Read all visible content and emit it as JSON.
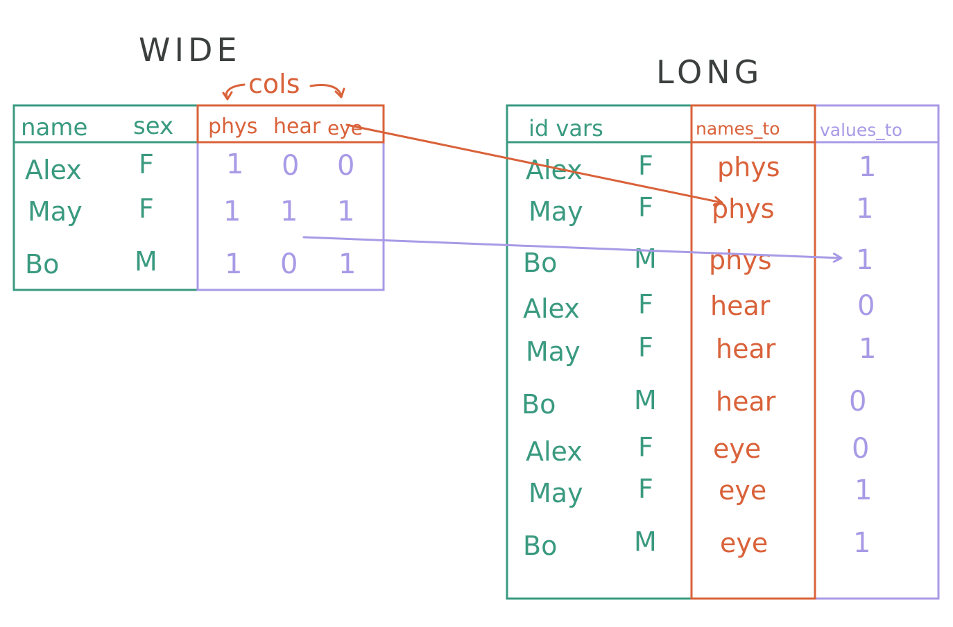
{
  "wide": {
    "title": "WIDE",
    "cols_annotation": "cols",
    "headers": {
      "name": "name",
      "sex": "sex",
      "cols": [
        "phys",
        "hear",
        "eye"
      ]
    },
    "rows": [
      {
        "name": "Alex",
        "sex": "F",
        "values": [
          "1",
          "0",
          "0"
        ]
      },
      {
        "name": "May",
        "sex": "F",
        "values": [
          "1",
          "1",
          "1"
        ]
      },
      {
        "name": "Bo",
        "sex": "M",
        "values": [
          "1",
          "0",
          "1"
        ]
      }
    ]
  },
  "long": {
    "title": "LONG",
    "headers": {
      "id_vars": "id vars",
      "names_to": "names_to",
      "values_to": "values_to"
    },
    "rows": [
      {
        "name": "Alex",
        "sex": "F",
        "names_to": "phys",
        "value": "1"
      },
      {
        "name": "May",
        "sex": "F",
        "names_to": "phys",
        "value": "1"
      },
      {
        "name": "Bo",
        "sex": "M",
        "names_to": "phys",
        "value": "1"
      },
      {
        "name": "Alex",
        "sex": "F",
        "names_to": "hear",
        "value": "0"
      },
      {
        "name": "May",
        "sex": "F",
        "names_to": "hear",
        "value": "1"
      },
      {
        "name": "Bo",
        "sex": "M",
        "names_to": "hear",
        "value": "0"
      },
      {
        "name": "Alex",
        "sex": "F",
        "names_to": "eye",
        "value": "0"
      },
      {
        "name": "May",
        "sex": "F",
        "names_to": "eye",
        "value": "1"
      },
      {
        "name": "Bo",
        "sex": "M",
        "names_to": "eye",
        "value": "1"
      }
    ]
  },
  "colors": {
    "id_vars": "#3a9a80",
    "names_to": "#d9623a",
    "values_to": "#a89ae6",
    "title": "#3b3f3e"
  }
}
